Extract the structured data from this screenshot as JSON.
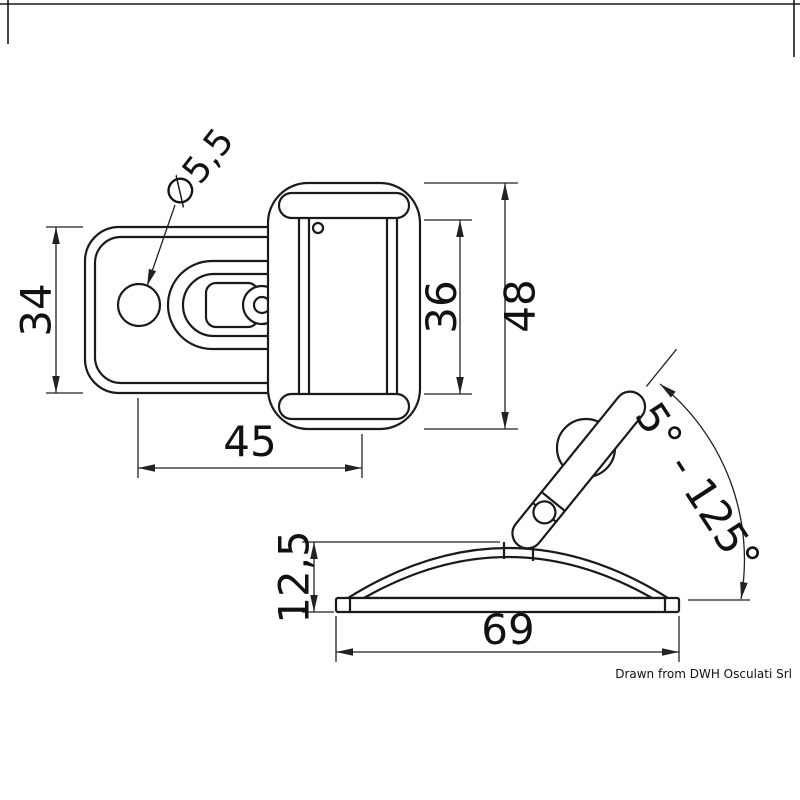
{
  "top_view": {
    "height": "34",
    "hole_diameter": "∅5,5",
    "width": "45",
    "inner_height": "36",
    "overall_height": "48"
  },
  "side_view": {
    "base_height": "12,5",
    "base_length": "69",
    "angle_range": "5° - 125°"
  },
  "credit": "Drawn from DWH Osculati Srl"
}
